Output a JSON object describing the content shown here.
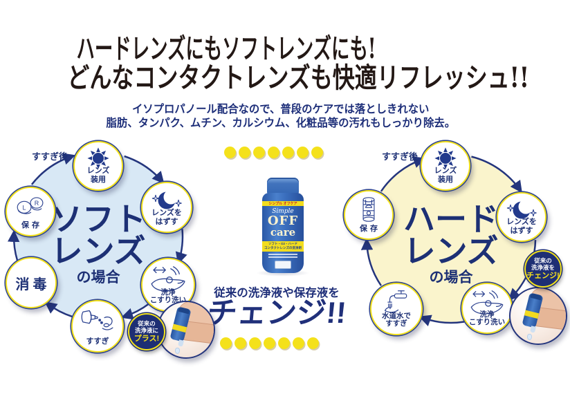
{
  "header": {
    "title_line1": "ハードレンズにもソフトレンズにも!",
    "title_line2": "どんなコンタクトレンズも快適リフレッシュ!!",
    "subtitle_line1": "イソプロパノール配合なので、普段のケアでは落としきれない",
    "subtitle_line2": "脂肪、タンパク、ムチン、カルシウム、化粧品等の汚れもしっかり除去。"
  },
  "soft_cycle": {
    "rinse_after": "すすぎ後",
    "center_line1": "ソフト",
    "center_line2": "レンズ",
    "center_sub": "の場合",
    "steps": {
      "wear_line1": "レンズ",
      "wear_line2": "装用",
      "remove_line1": "レンズを",
      "remove_line2": "はずす",
      "wash_line1": "洗浄",
      "wash_line2": "こすり洗い",
      "rinse": "すすぎ",
      "disinfect": "消毒",
      "store": "保存",
      "store_l": "L",
      "store_r": "R"
    },
    "badge": {
      "line1": "従来の",
      "line2": "洗浄液に",
      "line3": "プラス!"
    }
  },
  "hard_cycle": {
    "rinse_after": "すすぎ後",
    "center_line1": "ハード",
    "center_line2": "レンズ",
    "center_sub": "の場合",
    "steps": {
      "wear_line1": "レンズ",
      "wear_line2": "装用",
      "remove_line1": "レンズを",
      "remove_line2": "はずす",
      "wash_line1": "洗浄",
      "wash_line2": "こすり洗い",
      "tap_rinse_line1": "水道水で",
      "tap_rinse_line2": "すすぎ",
      "store": "保存"
    },
    "badge": {
      "line1": "従来の",
      "line2": "洗浄液を",
      "line3": "チェンジ!"
    }
  },
  "center": {
    "lead": "従来の洗浄液や保存液を",
    "change": "チェンジ!!",
    "product": {
      "top_strip": "シンプル オフケア",
      "script": "Simple",
      "name_line1": "OFF",
      "name_line2": "care",
      "band_line1": "ソフト・O2・ハード",
      "band_line2": "コンタクトレンズの洗浄剤"
    }
  },
  "colors": {
    "navy": "#223579",
    "soft_circle_fill": "#d8e8f5",
    "hard_circle_fill": "#faf4cc",
    "accent_yellow": "#f3e11c",
    "title_black": "#231815"
  }
}
